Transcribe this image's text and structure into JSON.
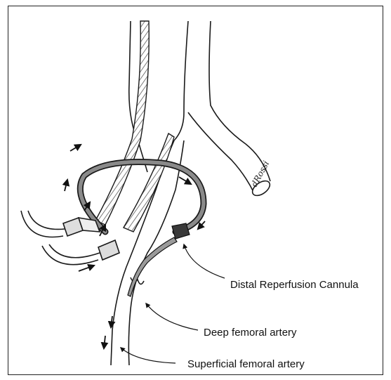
{
  "labels": {
    "distal_cannula": "Distal Reperfusion Cannula",
    "deep_femoral": "Deep femoral artery",
    "superficial_femoral": "Superficial femoral artery"
  },
  "signature": "dRossi",
  "colors": {
    "ink": "#1a1a1a",
    "tube_fill": "#8a8a8a",
    "tube_dark": "#3a3a3a",
    "vessel_fill": "#ffffff"
  }
}
